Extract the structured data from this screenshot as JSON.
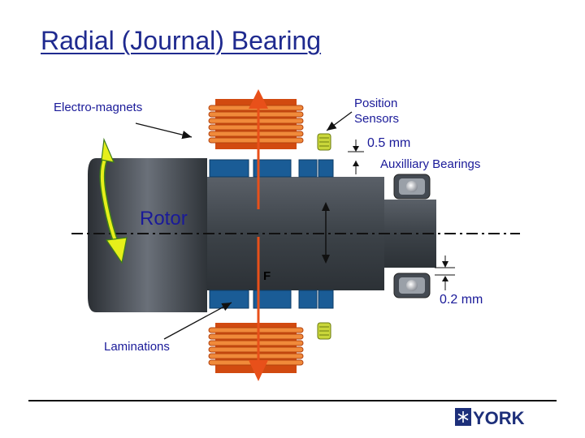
{
  "title": "Radial (Journal) Bearing",
  "labels": {
    "electromagnets": "Electro-magnets",
    "position_sensors_line1": "Position",
    "position_sensors_line2": "Sensors",
    "gap_top": "0.5 mm",
    "auxiliary_bearings": "Auxilliary Bearings",
    "rotor": "Rotor",
    "force": "F",
    "gap_bottom": "0.2 mm",
    "laminations": "Laminations"
  },
  "logo": {
    "text": "YORK",
    "mark": "snowflake-icon"
  },
  "colors": {
    "title": "#1f2a8f",
    "text": "#1a1a99",
    "rotor": "#4a5058",
    "coil": "#e8731f",
    "coil_frame": "#d14a10",
    "lamination": "#1a5c96",
    "sensor": "#c9d63a",
    "arrow_red": "#e8501a",
    "arrow_yellow": "#e6ef1a"
  }
}
